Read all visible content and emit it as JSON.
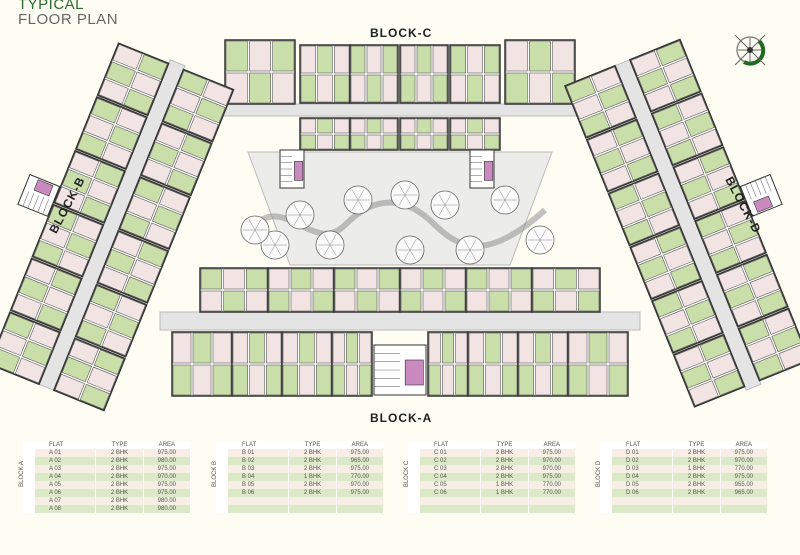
{
  "title": {
    "line1": "TYPICAL",
    "line2": "FLOOR PLAN"
  },
  "compass": {
    "icon": "north-compass-icon",
    "accent": "#1f6b1f"
  },
  "block_labels": {
    "a": "BLOCK-A",
    "b": "BLOCK-B",
    "c": "BLOCK-C",
    "d": "BLOCK-D"
  },
  "colors": {
    "room_green": "#c9dea8",
    "room_pink": "#f3e4e4",
    "row_beige": "#f8eee4",
    "row_green": "#dce9c8",
    "stair_purple": "#c98ac0"
  },
  "tables": [
    {
      "block": "BLOCK A",
      "headers": [
        "FLAT",
        "TYPE",
        "AREA"
      ],
      "rows": [
        [
          "A 01",
          "2 BHK",
          "975.00"
        ],
        [
          "A 02",
          "2 BHK",
          "980.00"
        ],
        [
          "A 03",
          "2 BHK",
          "975.00"
        ],
        [
          "A 04",
          "2 BHK",
          "970.00"
        ],
        [
          "A 05",
          "2 BHK",
          "975.00"
        ],
        [
          "A 06",
          "2 BHK",
          "975.00"
        ],
        [
          "A 07",
          "2 BHK",
          "980.00"
        ],
        [
          "A 08",
          "2 BHK",
          "980.00"
        ]
      ]
    },
    {
      "block": "BLOCK B",
      "headers": [
        "FLAT",
        "TYPE",
        "AREA"
      ],
      "rows": [
        [
          "B 01",
          "2 BHK",
          "975.00"
        ],
        [
          "B 02",
          "2 BHK",
          "965.00"
        ],
        [
          "B 03",
          "2 BHK",
          "975.00"
        ],
        [
          "B 04",
          "1 BHK",
          "770.00"
        ],
        [
          "B 05",
          "2 BHK",
          "970.00"
        ],
        [
          "B 06",
          "2 BHK",
          "975.00"
        ],
        [
          "",
          "",
          ""
        ],
        [
          "",
          "",
          ""
        ]
      ]
    },
    {
      "block": "BLOCK C",
      "headers": [
        "FLAT",
        "TYPE",
        "AREA"
      ],
      "rows": [
        [
          "C 01",
          "2 BHK",
          "975.00"
        ],
        [
          "C 02",
          "2 BHK",
          "970.00"
        ],
        [
          "C 03",
          "2 BHK",
          "970.00"
        ],
        [
          "C 04",
          "2 BHK",
          "975.00"
        ],
        [
          "C 05",
          "1 BHK",
          "770.00"
        ],
        [
          "C 06",
          "1 BHK",
          "770.00"
        ],
        [
          "",
          "",
          ""
        ],
        [
          "",
          "",
          ""
        ]
      ]
    },
    {
      "block": "BLOCK D",
      "headers": [
        "FLAT",
        "TYPE",
        "AREA"
      ],
      "rows": [
        [
          "D 01",
          "2 BHK",
          "975.00"
        ],
        [
          "D 02",
          "2 BHK",
          "970.00"
        ],
        [
          "D 03",
          "1 BHK",
          "770.00"
        ],
        [
          "D 04",
          "2 BHK",
          "975.00"
        ],
        [
          "D 05",
          "2 BHK",
          "955.00"
        ],
        [
          "D 06",
          "2 BHK",
          "965.00"
        ],
        [
          "",
          "",
          ""
        ],
        [
          "",
          "",
          ""
        ]
      ]
    }
  ]
}
